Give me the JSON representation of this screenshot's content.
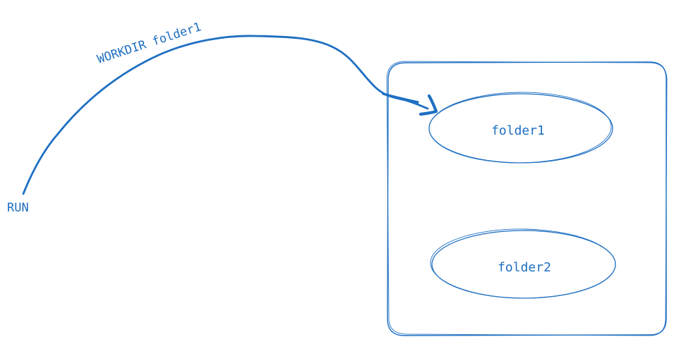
{
  "colors": {
    "ink": "#1e6fc2",
    "background": "#ffffff"
  },
  "nodes": {
    "run": {
      "label": "RUN"
    },
    "folder1": {
      "label": "folder1"
    },
    "folder2": {
      "label": "folder2"
    }
  },
  "edges": [
    {
      "from": "run",
      "to": "folder1",
      "label": "WORKDIR folder1"
    }
  ]
}
